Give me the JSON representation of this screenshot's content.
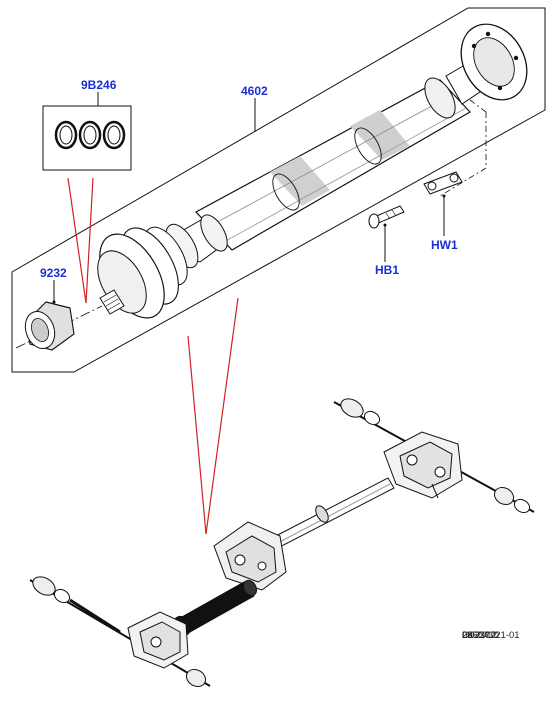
{
  "callouts": {
    "seals": "9B246",
    "shaft": "4602",
    "adapter": "9232",
    "bolt": "HB1",
    "washer": "HW1"
  },
  "footer": {
    "line1": "2050410",
    "line2": "06-2012",
    "line3": "LK",
    "line4": "C0237721-01"
  },
  "colors": {
    "callout_text": "#1a2fd0",
    "indicator_line": "#d42020",
    "outline": "#111111"
  }
}
